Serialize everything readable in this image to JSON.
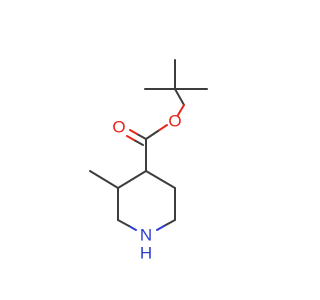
{
  "colors": {
    "carbon_bond": "#3d3d3d",
    "oxygen": "#e8261d",
    "nitrogen": "#2a3fd0",
    "background": "#ffffff"
  },
  "atoms": {
    "ester_o": "O",
    "carbonyl_o": "O",
    "ring_n": "N",
    "ring_n_h": "H"
  }
}
